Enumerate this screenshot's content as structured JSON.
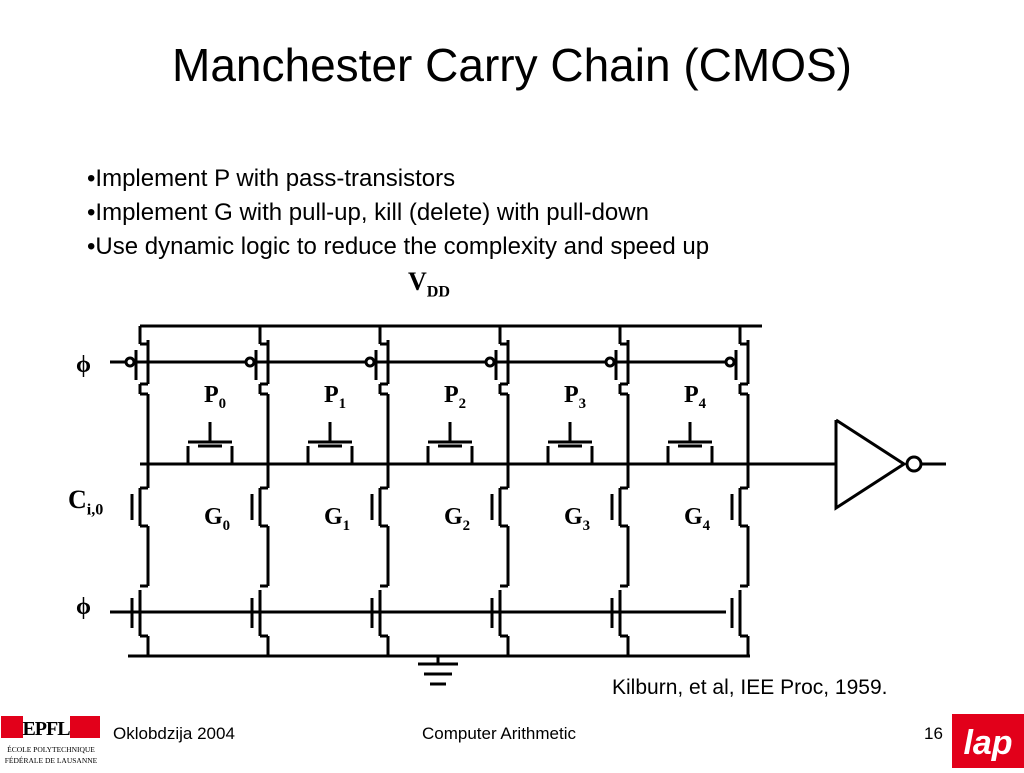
{
  "slide": {
    "title": "Manchester Carry Chain (CMOS)",
    "bullets": [
      "•Implement P with pass-transistors",
      "•Implement G with pull-up, kill (delete) with pull-down",
      "•Use dynamic logic to reduce the complexity and speed up"
    ]
  },
  "circuit": {
    "vdd_label": "V",
    "vdd_sub": "DD",
    "phi_label": "ϕ",
    "cin_label": "C",
    "cin_sub": "i,0",
    "p_label": "P",
    "g_label": "G",
    "stages": [
      "0",
      "1",
      "2",
      "3",
      "4"
    ]
  },
  "citation": "Kilburn, et al, IEE Proc, 1959.",
  "footer": {
    "author": "Oklobdzija 2004",
    "course": "Computer Arithmetic",
    "page": "16",
    "epfl_logo_text": "EPFL",
    "epfl_line1": "ÉCOLE POLYTECHNIQUE",
    "epfl_line2": "FÉDÉRALE DE LAUSANNE",
    "lap_logo_text": "lap"
  },
  "colors": {
    "accent_red": "#e2001a"
  }
}
